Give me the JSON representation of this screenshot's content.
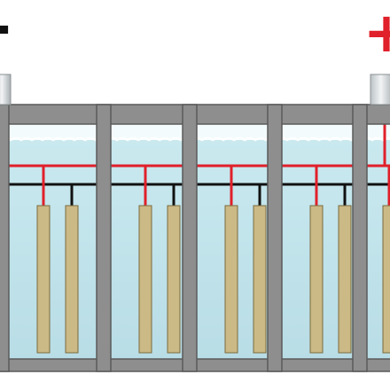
{
  "terminals": {
    "negative_symbol": "-",
    "positive_symbol": "+"
  },
  "colors": {
    "background": "#ffffff",
    "casing": "#8e8e8e",
    "casing_outline": "#5a5a5a",
    "electrolyte_top": "#c9e9ef",
    "electrolyte_bottom": "#b9dde6",
    "electrolyte_wave": "#ffffff",
    "positive_bus": "#e0202a",
    "negative_bus": "#111111",
    "plate_fill": "#cbb986",
    "plate_outline": "#7a6a3e",
    "terminal_post": "#d9dee0",
    "symbol_negative": "#111111",
    "symbol_positive": "#e0202a"
  },
  "cells": [
    {
      "name": "cell-1"
    },
    {
      "name": "cell-2"
    },
    {
      "name": "cell-3"
    },
    {
      "name": "cell-4"
    },
    {
      "name": "cell-5"
    }
  ]
}
